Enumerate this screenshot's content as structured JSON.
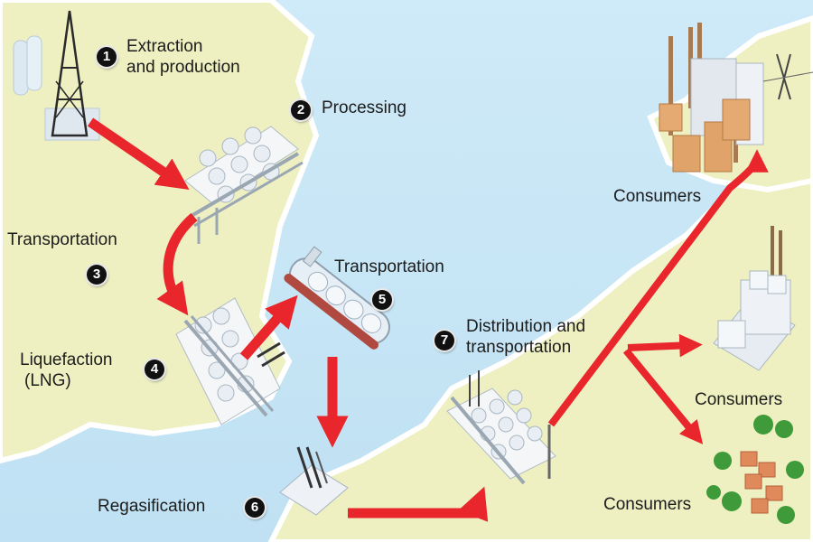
{
  "diagram": {
    "title": "Natural gas supply chain",
    "colors": {
      "sea": "#c9e7f6",
      "land": "#eef0c2",
      "arrow": "#e8262b",
      "badge": "#111111",
      "text": "#1c1c1c"
    },
    "steps": [
      {
        "number": "1",
        "label_line1": "Extraction",
        "label_line2": "and production",
        "icon": "gas-rig-icon"
      },
      {
        "number": "2",
        "label": "Processing",
        "icon": "processing-plant-icon"
      },
      {
        "number": "3",
        "label": "Transportation",
        "icon": "pipeline-arrow"
      },
      {
        "number": "4",
        "label_line1": "Liquefaction",
        "label_line2": "(LNG)",
        "icon": "liquefaction-plant-icon"
      },
      {
        "number": "5",
        "label": "Transportation",
        "icon": "lng-tanker-ship-icon"
      },
      {
        "number": "6",
        "label": "Regasification",
        "icon": "regasification-terminal-icon"
      },
      {
        "number": "7",
        "label_line1": "Distribution and",
        "label_line2": "transportation",
        "icon": "distribution-station-icon"
      }
    ],
    "consumers": [
      {
        "label": "Consumers",
        "icon": "power-plant-icon"
      },
      {
        "label": "Consumers",
        "icon": "industrial-factory-icon"
      },
      {
        "label": "Consumers",
        "icon": "residential-houses-icon"
      }
    ]
  }
}
